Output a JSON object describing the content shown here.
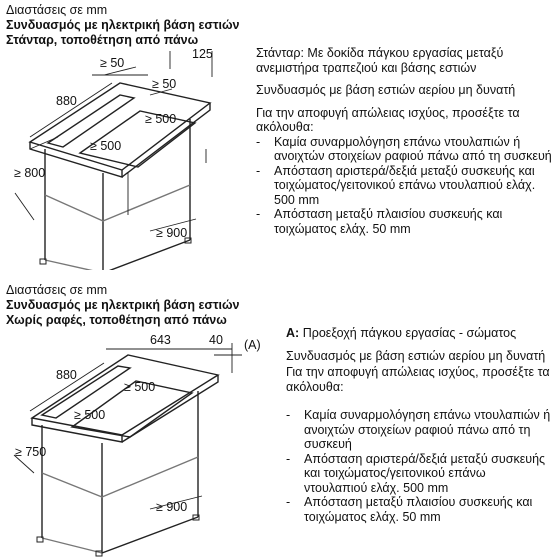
{
  "sec1": {
    "pre": "Διαστάσεις σε mm",
    "title": "Συνδυασμός με ηλεκτρική βάση εστιών",
    "subtitle": "Στάνταρ, τοποθέτηση από πάνω",
    "dims": {
      "d125": "125",
      "d50a": "≥ 50",
      "d50b": "≥ 50",
      "d880": "880",
      "d500a": "≥ 500",
      "d500b": "≥ 500",
      "d800": "≥ 800",
      "d900": "≥ 900"
    },
    "note1": "Στάνταρ: Με δοκίδα πάγκου εργασίας μεταξύ ανεμιστήρα τραπεζιού και βάσης εστιών",
    "note2": "Συνδυασμός με βάση εστιών αερίου μη δυνατή",
    "note3": "Για την αποφυγή απώλειας ισχύος, προσέξτε τα ακόλουθα:",
    "list": [
      "Καμία συναρμολόγηση επάνω ντουλαπιών ή ανοιχτών στοιχείων ραφιού πάνω από τη συσκευή",
      "Απόσταση αριστερά/δεξιά μεταξύ συσκευής και τοιχώματος/γειτονικού επάνω ντουλαπιού ελάχ. 500 mm",
      "Απόσταση μεταξύ πλαισίου συσκευής και τοιχώματος ελάχ. 50 mm"
    ]
  },
  "sec2": {
    "pre": "Διαστάσεις σε mm",
    "title": "Συνδυασμός με ηλεκτρική βάση εστιών",
    "subtitle": "Χωρίς ραφές, τοποθέτηση από πάνω",
    "dims": {
      "d643": "643",
      "d40": "40",
      "dA": "(A)",
      "d880": "880",
      "d500a": "≥ 500",
      "d500b": "≥ 500",
      "d750": "≥ 750",
      "d900": "≥ 900"
    },
    "note_a_key": "A:",
    "note_a": "Προεξοχή πάγκου εργασίας - σώματος",
    "note2": "Συνδυασμός με βάση εστιών αερίου μη δυνατή",
    "note3": "Για την αποφυγή απώλειας ισχύος, προσέξτε τα ακόλουθα:",
    "list": [
      "Καμία συναρμολόγηση επάνω ντουλαπιών ή ανοιχτών στοιχείων ραφιού πάνω από τη συσκευή",
      "Απόσταση αριστερά/δεξιά μεταξύ συσκευής και τοιχώματος/γειτονικού επάνω ντουλαπιού ελάχ. 500 mm",
      "Απόσταση μεταξύ πλαισίου συσκευής και τοιχώματος ελάχ. 50 mm"
    ]
  }
}
